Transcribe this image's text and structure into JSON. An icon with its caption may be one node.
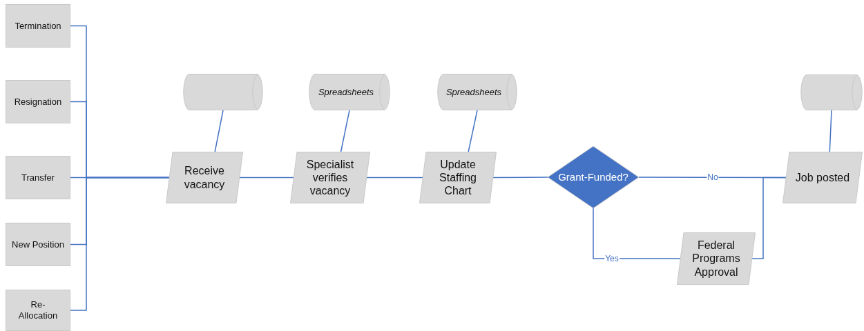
{
  "diagram": {
    "nodes": [
      {
        "text": [
          "Termination"
        ]
      },
      {
        "text": [
          "Resignation"
        ]
      },
      {
        "text": [
          "Transfer"
        ]
      },
      {
        "text": [
          "New Position"
        ]
      },
      {
        "text": [
          "Re- Allocation"
        ]
      },
      {
        "text": [],
        "shape": "cylinder"
      },
      {
        "text": [
          "Receive vacancy"
        ]
      },
      {
        "text": [
          "Spreadsheets"
        ]
      },
      {
        "text": [
          "Specialist verifies vacancy"
        ]
      },
      {
        "text": [
          "Spreadsheets"
        ]
      },
      {
        "text": [
          "Update Staffing Chart"
        ]
      },
      {
        "text": [
          "Grant-Funded?"
        ]
      },
      {
        "text": [],
        "shape": "cylinder"
      },
      {
        "text": [
          "Job posted"
        ]
      },
      {
        "text": [
          "Federal Programs Approval"
        ]
      }
    ],
    "edges": [
      {
        "from": 0,
        "to": 6,
        "arrow": "none"
      },
      {
        "from": 1,
        "to": 6,
        "arrow": "none"
      },
      {
        "from": 2,
        "to": 6,
        "arrow": "none"
      },
      {
        "from": 3,
        "to": 6,
        "arrow": "none"
      },
      {
        "from": 4,
        "to": 6,
        "arrow": "none"
      },
      {
        "from": 6,
        "to": 5,
        "arrow": "none"
      },
      {
        "from": 6,
        "to": 8,
        "arrow": "none"
      },
      {
        "from": 8,
        "to": 7,
        "arrow": "none"
      },
      {
        "from": 8,
        "to": 10,
        "arrow": "none"
      },
      {
        "from": 10,
        "to": 9,
        "arrow": "none"
      },
      {
        "from": 10,
        "to": 11,
        "arrow": "none"
      },
      {
        "from": 11,
        "to": 13,
        "label": "No",
        "arrow": "none"
      },
      {
        "from": 11,
        "to": 14,
        "label": "Yes",
        "arrow": "none"
      },
      {
        "from": 14,
        "to": 13,
        "arrow": "none"
      },
      {
        "from": 13,
        "to": 12,
        "arrow": "none"
      }
    ]
  }
}
